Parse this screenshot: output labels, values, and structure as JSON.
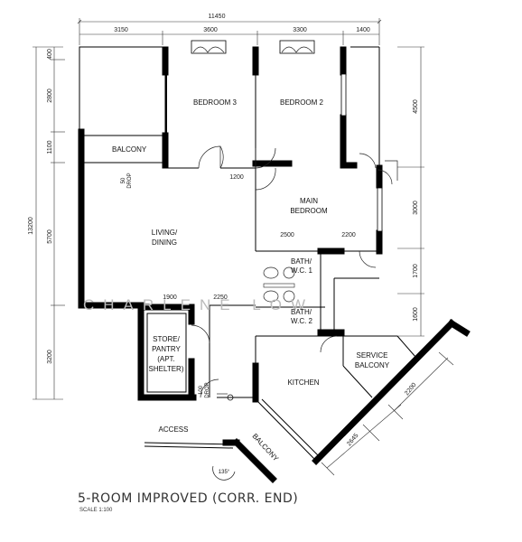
{
  "dimensions": {
    "top_total": "11450",
    "top_1": "3150",
    "top_2": "3600",
    "top_3": "3300",
    "top_4": "1400",
    "left_total": "13200",
    "left_1": "400",
    "left_2": "2800",
    "left_3": "1100",
    "left_4": "5700",
    "left_5": "3200",
    "right_1": "4500",
    "right_2": "3000",
    "right_3": "1700",
    "right_4": "1600",
    "inner_1200": "1200",
    "inner_2500": "2500",
    "inner_2200": "2200",
    "inner_1900": "1900",
    "inner_2250": "2250",
    "diag_2645": "2645",
    "diag_2200": "2200"
  },
  "rooms": {
    "bedroom3": "BEDROOM 3",
    "bedroom2": "BEDROOM 2",
    "balcony_top": "BALCONY",
    "main_bedroom_1": "MAIN",
    "main_bedroom_2": "BEDROOM",
    "living_1": "LIVING/",
    "living_2": "DINING",
    "bath1_1": "BATH/",
    "bath1_2": "W.C. 1",
    "bath2_1": "BATH/",
    "bath2_2": "W.C. 2",
    "store_1": "STORE/",
    "store_2": "PANTRY",
    "store_3": "(APT.",
    "store_4": "SHELTER)",
    "kitchen": "KITCHEN",
    "service_1": "SERVICE",
    "service_2": "BALCONY",
    "access": "ACCESS",
    "balcony_bottom": "BALCONY"
  },
  "notes": {
    "drop_1": "50",
    "drop_2": "DROP",
    "shelter_door_1": "100",
    "shelter_door_2": "DROP",
    "angle": "135°"
  },
  "watermark": "CHARLENE LOW",
  "title": "5-ROOM IMPROVED (CORR. END)",
  "scale": "SCALE  1:100"
}
